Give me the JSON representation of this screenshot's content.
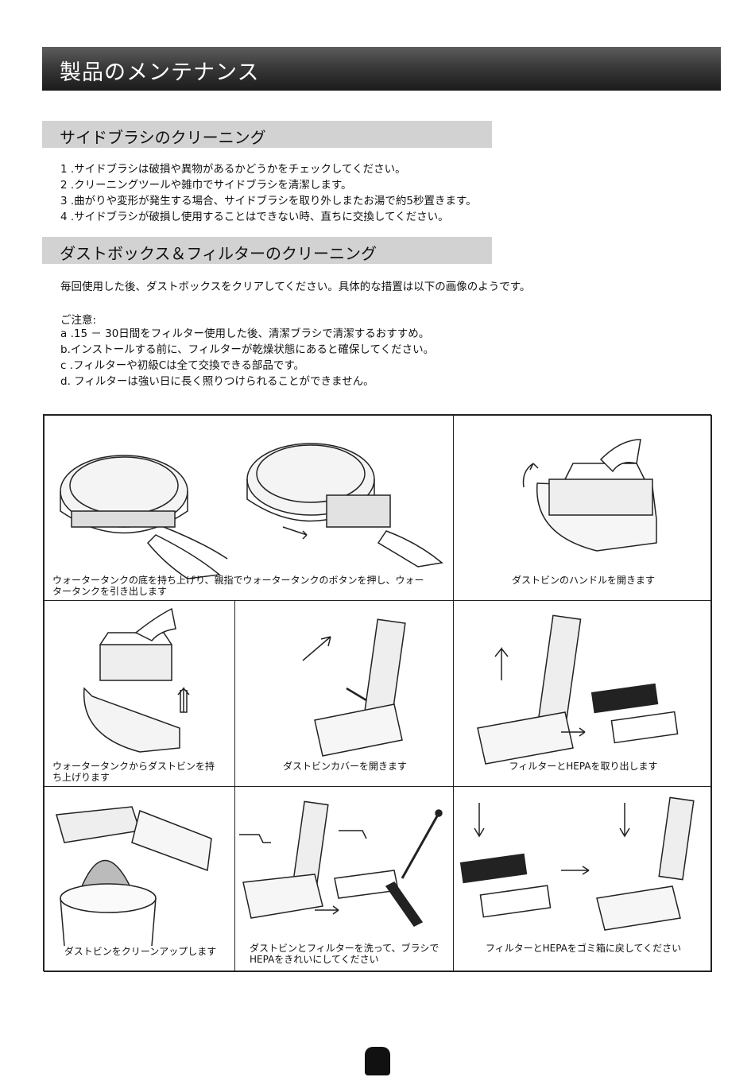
{
  "page_title": "製品のメンテナンス",
  "section1": {
    "heading": "サイドブラシのクリーニング",
    "steps": [
      "1 .サイドブラシは破損や異物があるかどうかをチェックしてください。",
      "2 .クリーニングツールや雑巾でサイドブラシを清潔します。",
      "3 .曲がりや変形が発生する場合、サイドブラシを取り外しまたお湯で約5秒置きます。",
      "4 .サイドブラシが破損し使用することはできない時、直ちに交換してください。"
    ]
  },
  "section2": {
    "heading": "ダストボックス＆フィルターのクリーニング",
    "intro": "毎回使用した後、ダストボックスをクリアしてください。具体的な措置は以下の画像のようです。",
    "notes_label": "ご注意:",
    "notes": [
      "a .15 － 30日間をフィルター使用した後、清潔ブラシで清潔するおすすめ。",
      "b.インストールする前に、フィルターが乾燥状態にあると確保してください。",
      "c .フィルターや初級Cは全て交換できる部品です。",
      "d. フィルターは強い日に長く照りつけられることができません。"
    ]
  },
  "steps_grid": [
    {
      "caption": "ウォータータンクの底を持ち上げり、親指でウォータータンクのボタンを押し、ウォー\nタータンクを引き出します",
      "illustration": "robot-water-tank-removal"
    },
    {
      "caption": "ダストビンのハンドルを開きます",
      "illustration": "dustbin-handle-open"
    },
    {
      "caption": "ウォータータンクからダストビンを持\nち上げります",
      "illustration": "dustbin-lift-out"
    },
    {
      "caption": "ダストビンカバーを開きます",
      "illustration": "dustbin-cover-open"
    },
    {
      "caption": "フィルターとHEPAを取り出します",
      "illustration": "filter-hepa-removal"
    },
    {
      "caption": "ダストビンをクリーンアップします",
      "illustration": "dustbin-empty-trash"
    },
    {
      "caption": "ダストビンとフィルターを洗って、ブラシで\nHEPAをきれいにしてください",
      "illustration": "wash-and-brush"
    },
    {
      "caption": "フィルターとHEPAをゴミ箱に戻してください",
      "illustration": "filter-hepa-reinsert"
    }
  ]
}
